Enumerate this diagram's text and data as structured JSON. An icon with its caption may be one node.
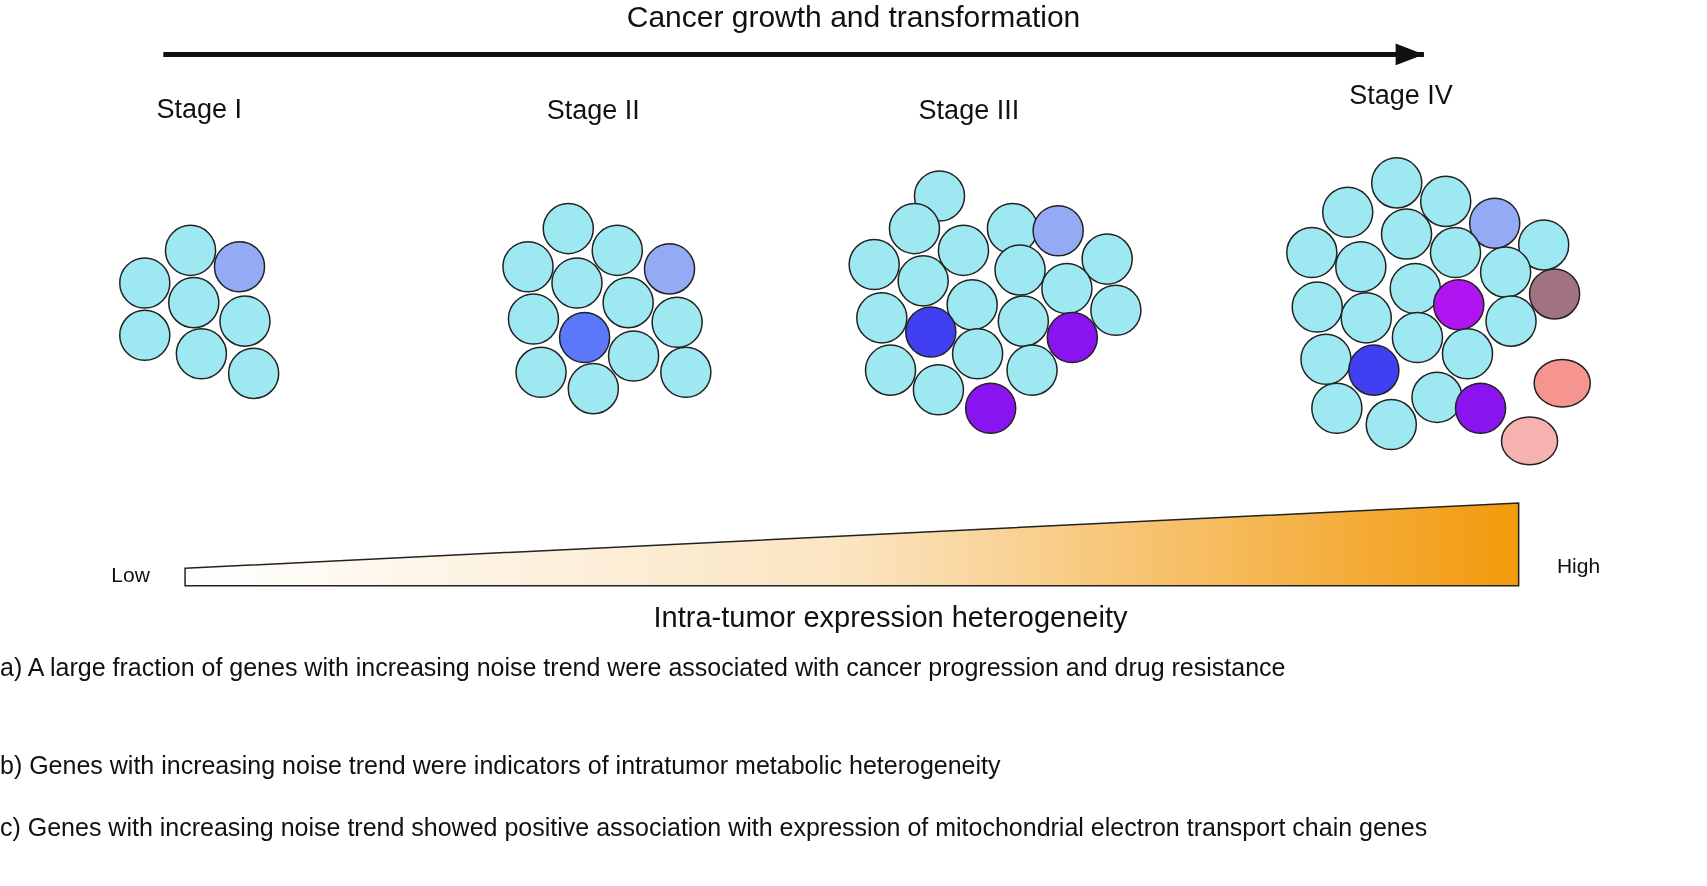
{
  "diagram": {
    "title": "Cancer growth and transformation",
    "labels": [
      "Stage I",
      "Stage II",
      "Stage III",
      "Stage IV",
      "Low",
      "High",
      "Intra-tumor expression heterogeneity",
      "a) A large fraction of genes with increasing noise trend were associated with cancer progression and drug resistance",
      "b) Genes with increasing noise trend were indicators of intratumor metabolic heterogeneity",
      "c) Genes with increasing noise trend showed positive association with expression of mitochondrial electron transport chain genes"
    ]
  }
}
